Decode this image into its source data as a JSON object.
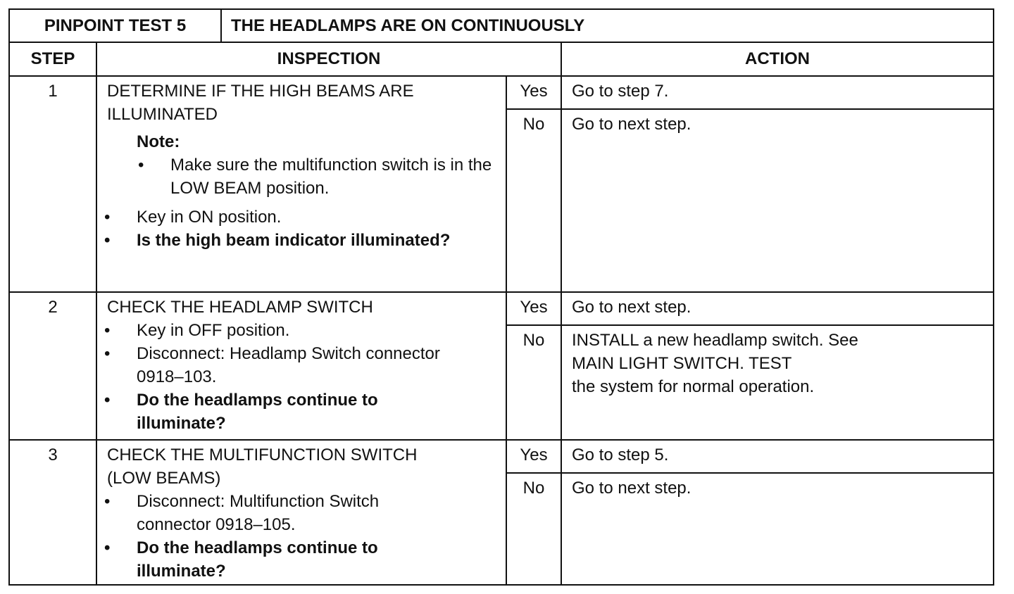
{
  "title": {
    "test_id": "PINPOINT TEST 5",
    "test_name": "THE HEADLAMPS ARE ON CONTINUOUSLY"
  },
  "columns": {
    "step": "STEP",
    "inspection": "INSPECTION",
    "action": "ACTION"
  },
  "steps": [
    {
      "number": "1",
      "heading_line1": "DETERMINE IF THE HIGH BEAMS ARE",
      "heading_line2": "ILLUMINATED",
      "note_label": "Note:",
      "note_items": [
        "Make sure the multifunction switch is in the LOW BEAM position."
      ],
      "items": [
        {
          "text": "Key in ON position.",
          "bold": false
        },
        {
          "text": "Is the high beam indicator illuminated?",
          "bold": true
        }
      ],
      "yes_label": "Yes",
      "yes_action": "Go to step 7.",
      "no_label": "No",
      "no_action": "Go to next step."
    },
    {
      "number": "2",
      "heading_line1": "CHECK THE HEADLAMP SWITCH",
      "items": [
        {
          "text": "Key in OFF position.",
          "bold": false
        },
        {
          "text": "Disconnect: Headlamp Switch connector 0918–103.",
          "bold": false
        },
        {
          "text": "Do the headlamps continue to illuminate?",
          "bold": true
        }
      ],
      "yes_label": "Yes",
      "yes_action": "Go to next step.",
      "no_label": "No",
      "no_action_line1": "INSTALL a new headlamp switch.  See",
      "no_action_line2": "MAIN LIGHT SWITCH. TEST",
      "no_action_line3": "the system for normal operation."
    },
    {
      "number": "3",
      "heading_line1": "CHECK THE MULTIFUNCTION SWITCH",
      "heading_line2": "(LOW BEAMS)",
      "items": [
        {
          "text": "Disconnect:  Multifunction Switch connector 0918–105.",
          "bold": false
        },
        {
          "text": "Do the headlamps continue to illuminate?",
          "bold": true
        }
      ],
      "yes_label": "Yes",
      "yes_action": "Go to step 5.",
      "no_label": "No",
      "no_action": "Go to next step."
    }
  ]
}
